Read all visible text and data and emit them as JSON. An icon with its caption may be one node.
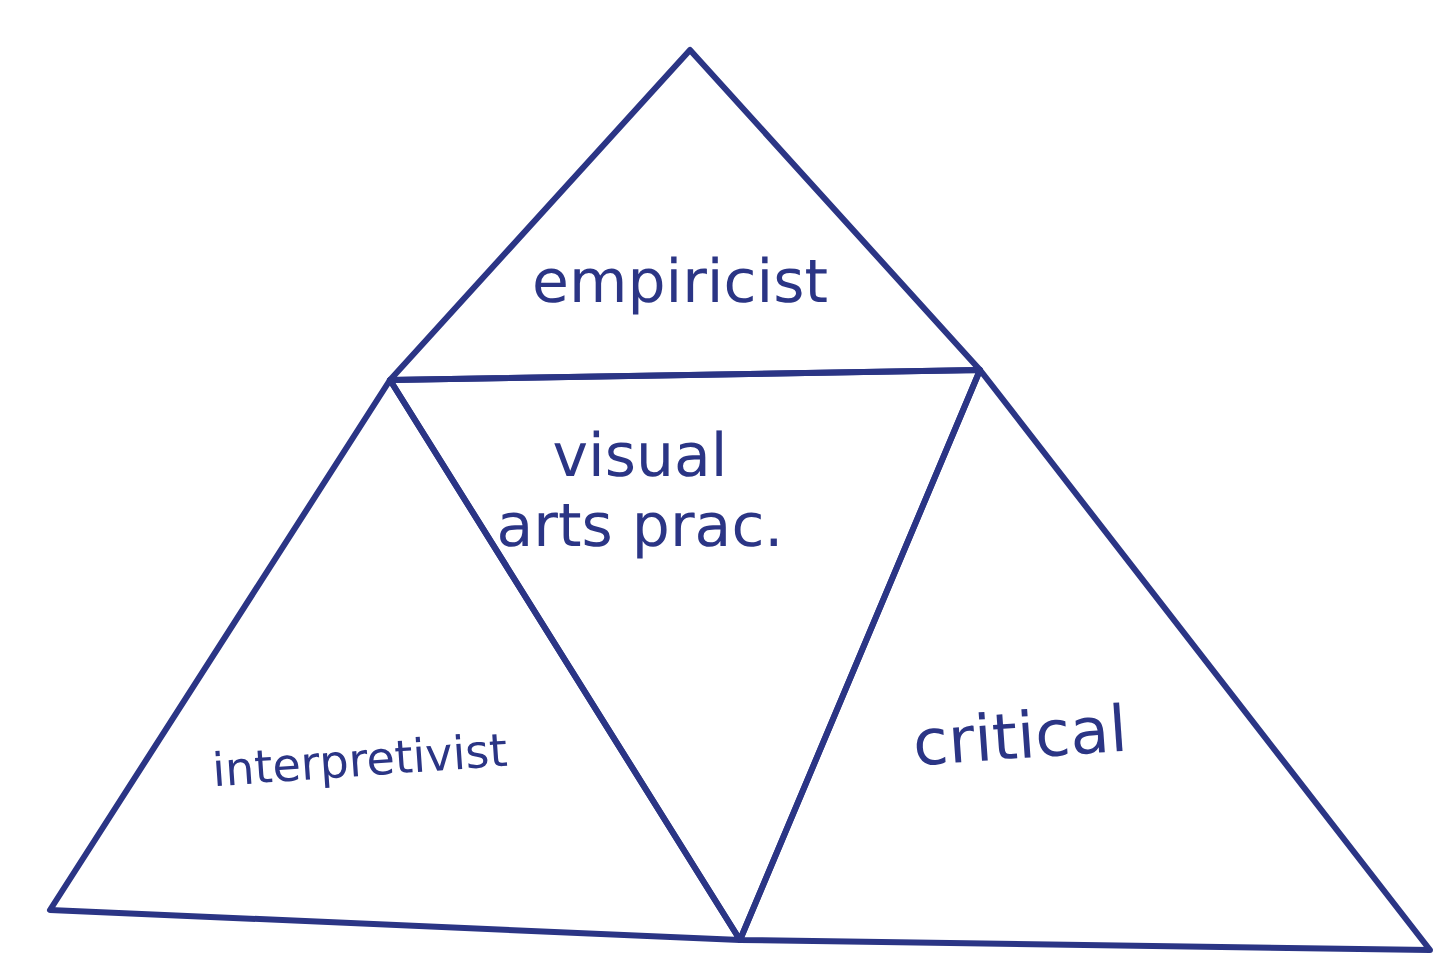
{
  "diagram": {
    "nodes": [
      {
        "text": [
          "empiricist"
        ]
      },
      {
        "text": [
          "visual arts prac."
        ]
      },
      {
        "text": [
          "interpretivist"
        ]
      },
      {
        "text": [
          "critical"
        ]
      }
    ]
  }
}
